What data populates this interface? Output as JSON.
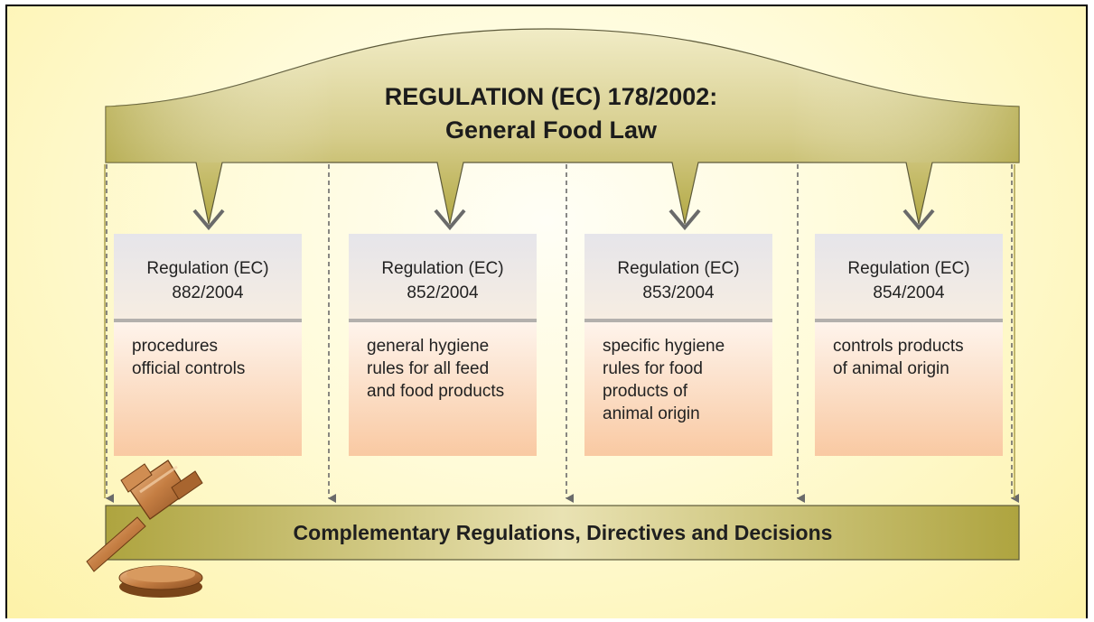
{
  "header": {
    "line1": "REGULATION (EC) 178/2002:",
    "line2": "General Food Law"
  },
  "regulations": [
    {
      "title": "Regulation (EC)",
      "number": "882/2004",
      "description": "procedures\nofficial controls"
    },
    {
      "title": "Regulation (EC)",
      "number": "852/2004",
      "description": "general hygiene\nrules for all feed\nand food products"
    },
    {
      "title": "Regulation (EC)",
      "number": "853/2004",
      "description": "specific hygiene\nrules for food\nproducts of\nanimal origin"
    },
    {
      "title": "Regulation (EC)",
      "number": "854/2004",
      "description": "controls products\nof animal origin"
    }
  ],
  "footer": {
    "label": "Complementary Regulations, Directives and Decisions"
  },
  "icons": [
    "gavel-icon"
  ],
  "colors": {
    "banner": "#b5ac4a",
    "banner_light": "#efe9c2",
    "arrow": "#6b6b6b",
    "background": "#fdf2a8",
    "box_header": "#ececee",
    "box_body": "#f9c9a2"
  }
}
